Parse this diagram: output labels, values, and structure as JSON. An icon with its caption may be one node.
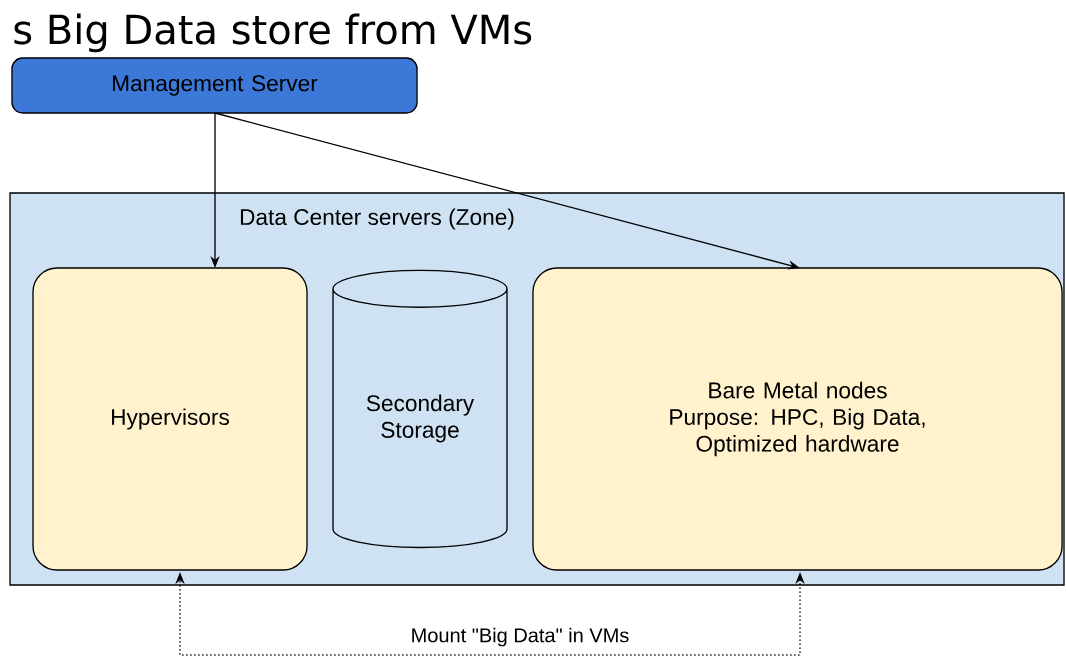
{
  "diagram": {
    "title": "s Big Data store from VMs",
    "nodes": [
      {
        "text": [
          "Management Server"
        ]
      },
      {
        "text": [
          "Data Center servers (Zone)"
        ]
      },
      {
        "text": [
          "Hypervisors"
        ],
        "in": 1
      },
      {
        "text": [
          "Secondary Storage"
        ],
        "in": 1
      },
      {
        "text": [
          "Bare Metal nodes",
          "Purpose: HPC, Big Data, Optimized hardware"
        ],
        "in": 1
      }
    ],
    "edges": [
      {
        "from": 0,
        "to": 2,
        "arrow": "to"
      },
      {
        "from": 0,
        "to": 4,
        "arrow": "to"
      },
      {
        "from": 4,
        "to": 2,
        "arrow": "both",
        "style": "dashed",
        "label": "Mount \"Big Data\" in VMs"
      }
    ]
  }
}
